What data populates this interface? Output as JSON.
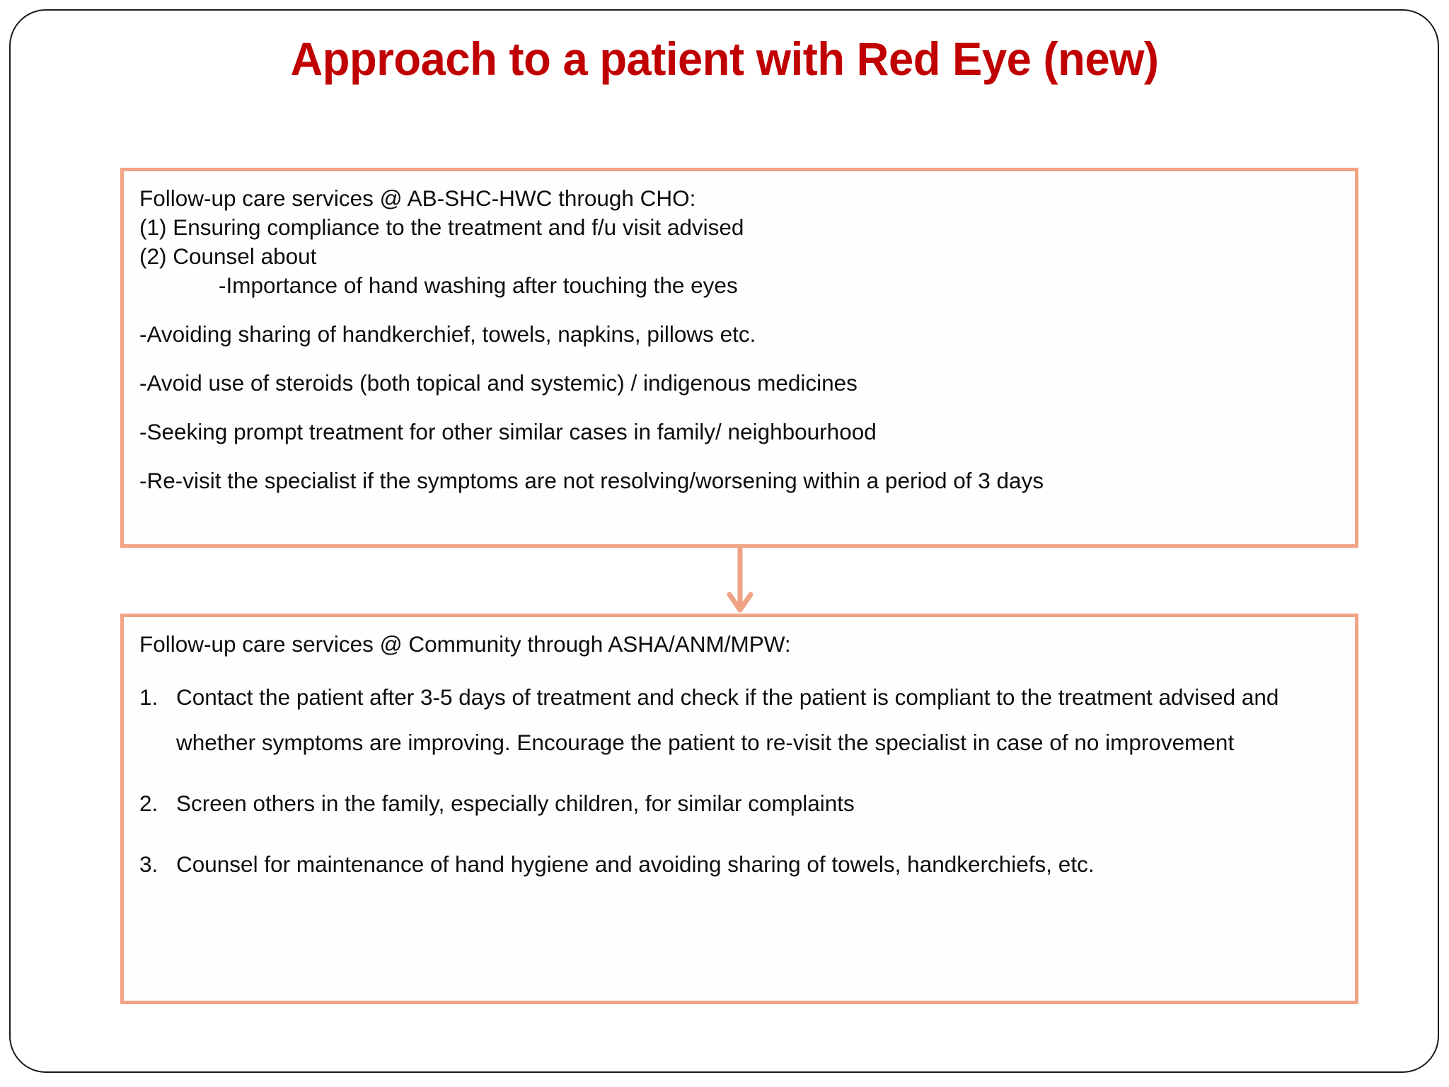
{
  "slide": {
    "title": "Approach to a patient with Red Eye (new)",
    "title_color": "#C00000",
    "frame_color": "#1a1a1a",
    "background": "#ffffff"
  },
  "colors": {
    "box_border": "#F0A385",
    "arrow": "#F0A385",
    "text": "#0d0d0d"
  },
  "upper_box": {
    "heading": "Follow-up care services @ AB-SHC-HWC through CHO:",
    "line_1": "(1) Ensuring compliance to the treatment and f/u visit advised",
    "line_2": "(2) Counsel about",
    "line_3": "-Importance of hand washing after touching the eyes",
    "line_4": "-Avoiding sharing of handkerchief, towels, napkins, pillows etc.",
    "line_5": "-Avoid use of steroids (both topical and systemic) / indigenous medicines",
    "line_6": "-Seeking prompt treatment for other similar cases in family/ neighbourhood",
    "line_7": "-Re-visit the specialist if the symptoms are not resolving/worsening within a period of 3 days"
  },
  "connector": {
    "icon": "down-arrow-icon",
    "direction": "down"
  },
  "lower_box": {
    "heading": "Follow-up care services @ Community through ASHA/ANM/MPW:",
    "items": [
      {
        "marker": "1.",
        "text": "Contact the patient after 3-5 days of treatment and check if the patient is compliant to the treatment advised and whether symptoms are improving. Encourage the patient to re-visit the specialist in case of no improvement"
      },
      {
        "marker": "2.",
        "text": "Screen others in the family, especially children, for similar complaints"
      },
      {
        "marker": "3.",
        "text": "Counsel for maintenance of hand hygiene and avoiding sharing of towels, handkerchiefs, etc."
      }
    ]
  }
}
